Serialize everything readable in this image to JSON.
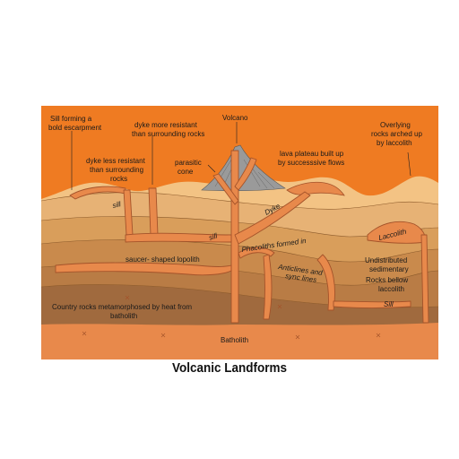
{
  "caption": "Volcanic Landforms",
  "colors": {
    "sky": "#ffffff",
    "top_layer": "#f3c384",
    "layer2": "#e7b275",
    "layer3": "#d99e5b",
    "layer4": "#c98a4c",
    "layer5": "#b97c45",
    "layer6": "#a06a3e",
    "metamorphic": "#f4a54a",
    "batholith": "#ef7b22",
    "magma": "#e8894b",
    "magma_edge": "#a4532a",
    "cone": "#9a9a9a"
  },
  "labels": {
    "sill_escarpment": [
      "Sill forming a",
      "bold escarpment"
    ],
    "dyke_more_resistant": [
      "dyke more resistant",
      "than surrounding rocks"
    ],
    "volcano": "Volcano",
    "overlying_rocks": [
      "Overlying",
      "rocks arched up",
      "by laccolith"
    ],
    "dyke_less_resistant": [
      "dyke less resistant",
      "than surrounding",
      "rocks"
    ],
    "parasitic_cone": [
      "parasitic",
      "cone"
    ],
    "lava_plateau": [
      "lava plateau built up",
      "by successsive flows"
    ],
    "sill_top": "sill",
    "dyke": "Dyke",
    "laccolith": "Laccolith",
    "sill_middle": "sill",
    "saucer_lopolith": "saucer- shaped lopolith",
    "phacoliths": "Phacoliths  formed in",
    "anticlines": [
      "Anticlines and",
      "sync lines"
    ],
    "undisturbed": [
      "Undistributed",
      "sedimentary"
    ],
    "rocks_below": [
      "Rocks bellow",
      "laccolith"
    ],
    "sill_lower": "Sill",
    "country_rocks": [
      "Country rocks metamorphosed by heat from",
      "batholith"
    ],
    "batholith": "Batholith"
  }
}
